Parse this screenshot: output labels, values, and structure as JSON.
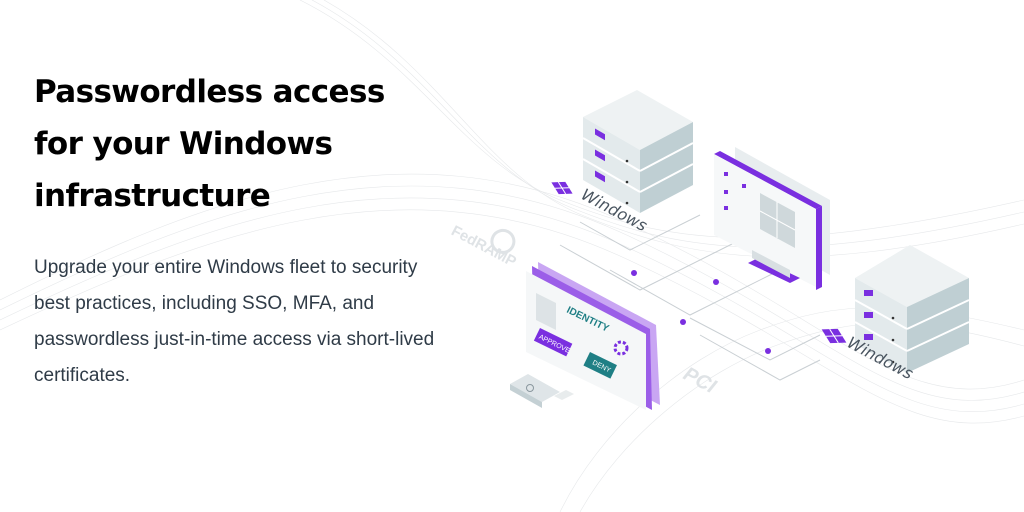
{
  "hero": {
    "title_lines": [
      "Passwordless access",
      "for your Windows",
      "infrastructure"
    ],
    "description": "Upgrade your entire Windows fleet to security best practices, including SSO, MFA, and passwordless just-in-time access via short-lived certificates."
  },
  "illustration": {
    "windows_label_1": "Windows",
    "windows_label_2": "Windows",
    "identity_label": "IDENTITY",
    "approve_label": "APPROVE",
    "deny_label": "DENY",
    "fedramp_label": "FedRAMP",
    "pci_label": "PCI"
  },
  "colors": {
    "accent_purple": "#7a2fe0",
    "teal": "#1f7f85",
    "server_gray": "#cfdcdf"
  }
}
